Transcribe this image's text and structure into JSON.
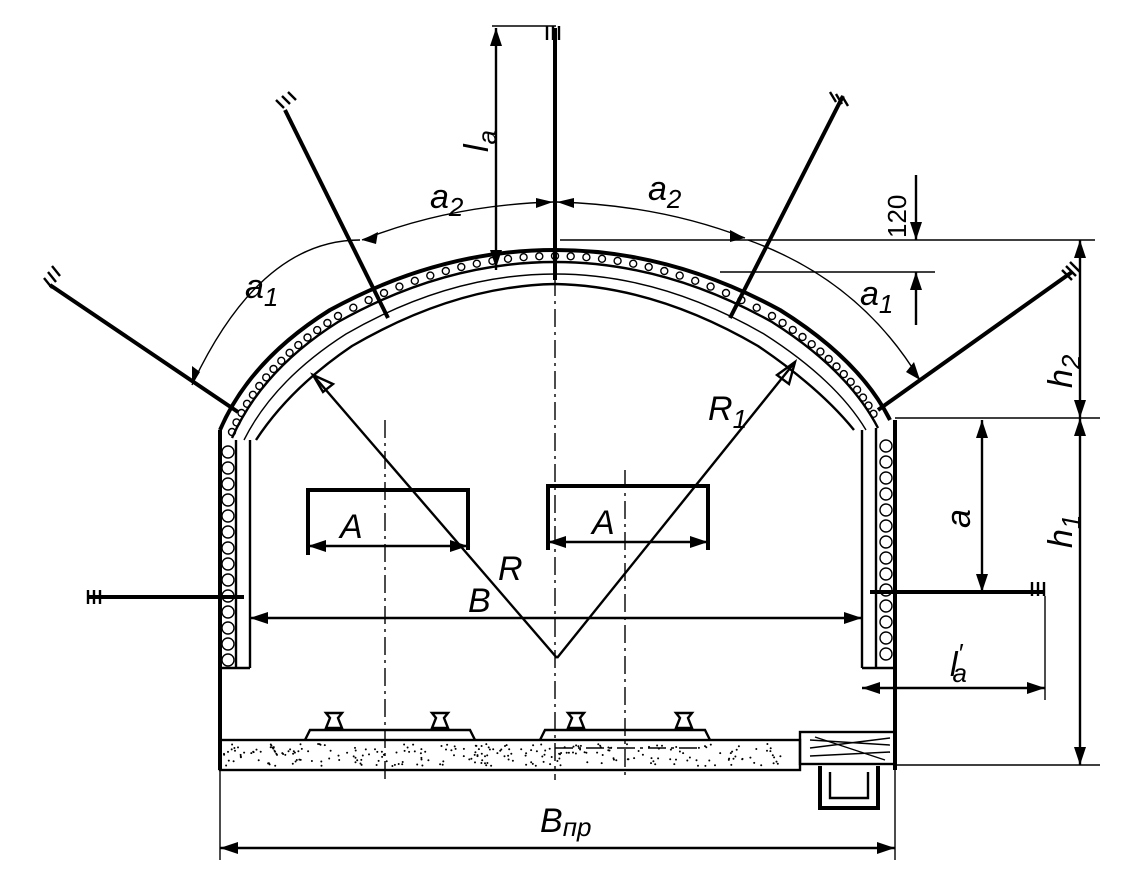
{
  "labels": {
    "la": "l",
    "la_sub": "a",
    "a2_left": "a",
    "a2_left_sub": "2",
    "a2_right": "a",
    "a2_right_sub": "2",
    "a1_left": "a",
    "a1_left_sub": "1",
    "a1_right": "a",
    "a1_right_sub": "1",
    "dim_120": "120",
    "h2": "h",
    "h2_sub": "2",
    "h1": "h",
    "h1_sub": "1",
    "a_height": "a",
    "R": "R",
    "R1": "R",
    "R1_sub": "1",
    "B": "B",
    "A_left": "A",
    "A_right": "A",
    "la_prime": "l",
    "la_prime_sub": "a",
    "la_prime_mark": "′",
    "Bnp": "B",
    "Bnp_sub": "пр"
  }
}
